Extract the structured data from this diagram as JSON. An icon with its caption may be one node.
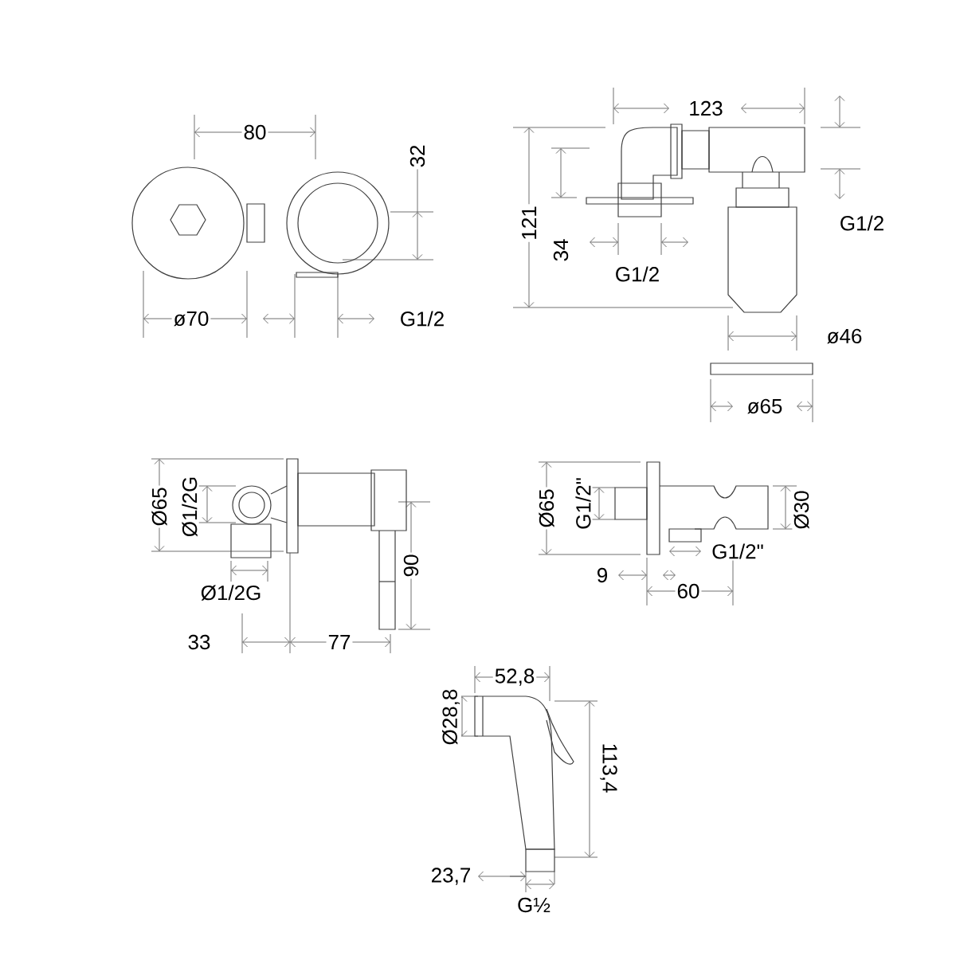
{
  "diagram": {
    "labels": [
      "80",
      "123",
      "32",
      "121",
      "34",
      "G1/2",
      "G1/2",
      "ø70",
      "G1/2",
      "ø46",
      "ø65",
      "Ø65",
      "Ø1/2G",
      "Ø65",
      "G1/2\"",
      "Ø30",
      "G1/2\"",
      "90",
      "Ø1/2G",
      "9",
      "60",
      "33",
      "77",
      "52,8",
      "Ø28,8",
      "113,4",
      "23,7",
      "G½"
    ]
  }
}
